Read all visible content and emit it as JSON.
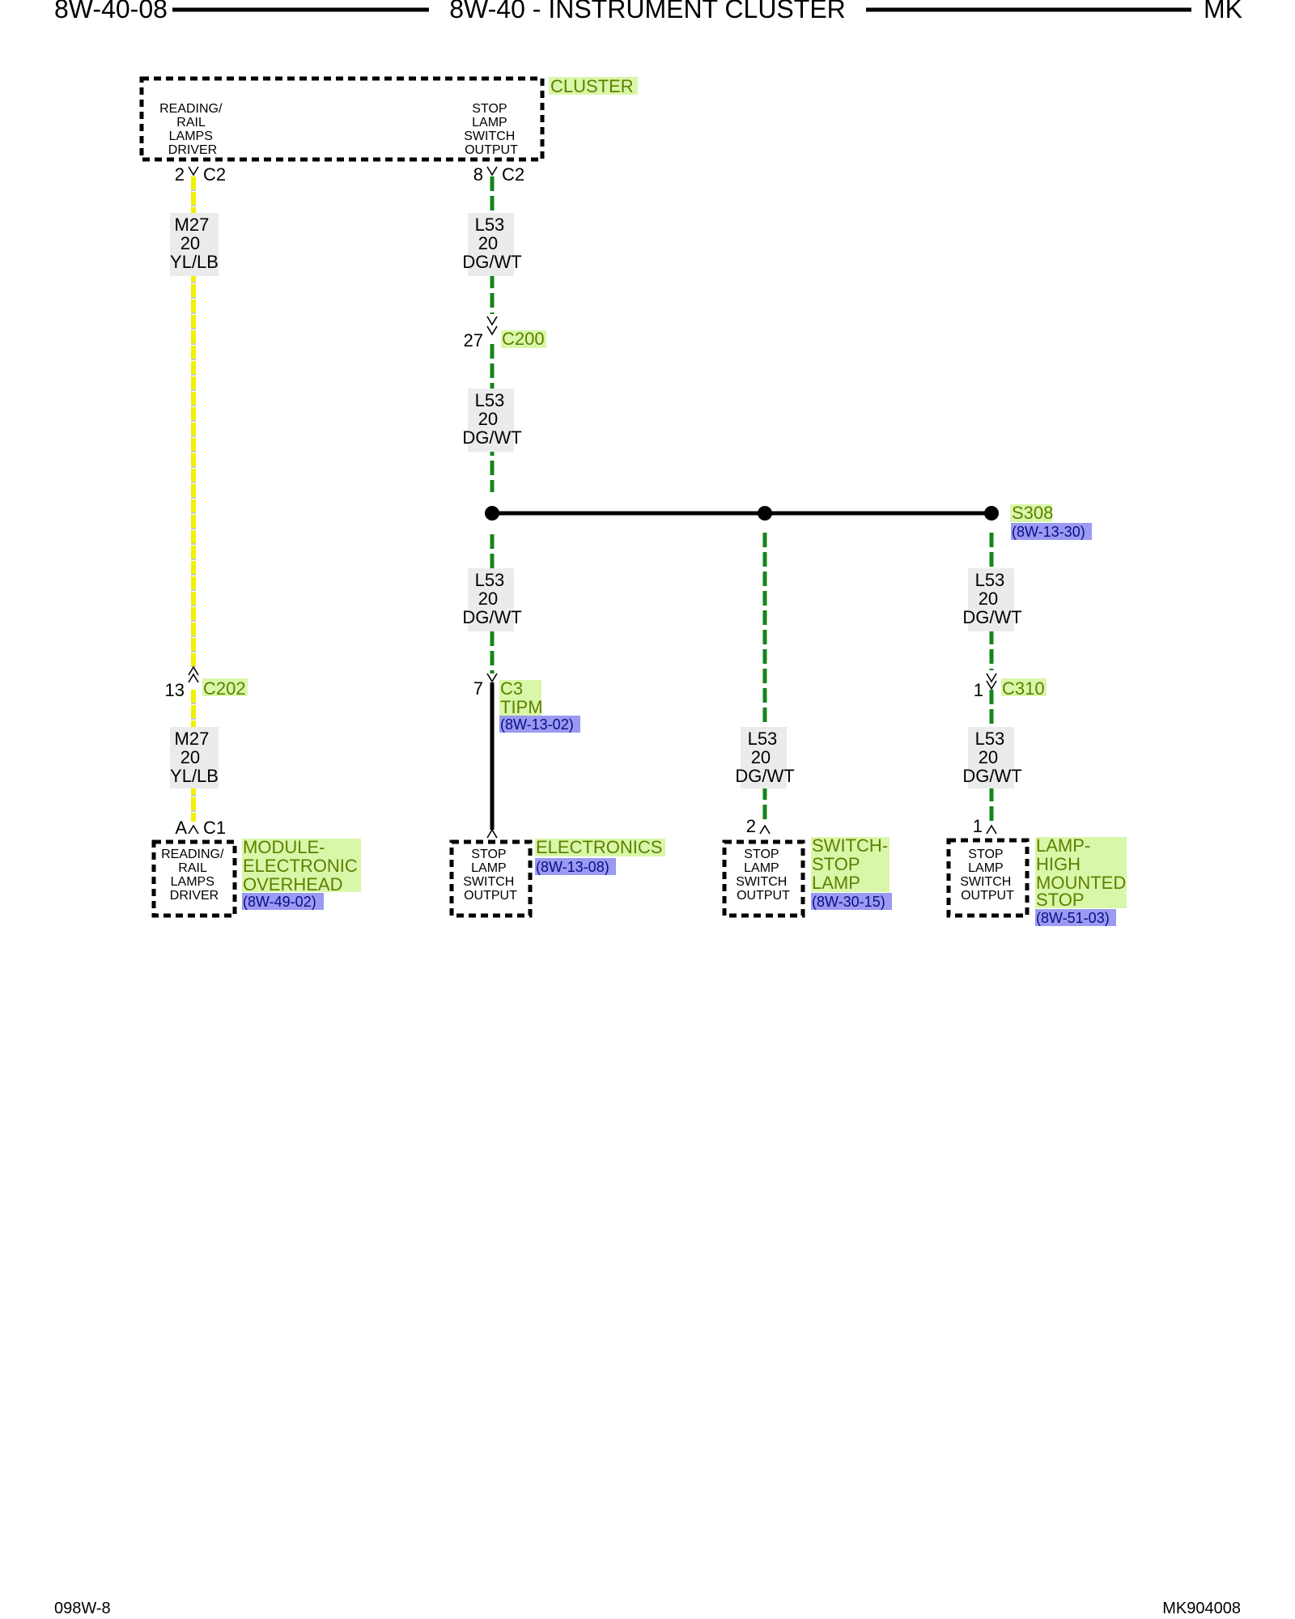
{
  "header": {
    "page_left": "8W-40-08",
    "title": "8W-40 - INSTRUMENT CLUSTER",
    "page_right": "MK"
  },
  "footer": {
    "left": "098W-8",
    "right": "MK904008"
  },
  "components": {
    "cluster": {
      "name": "CLUSTER",
      "pin_reading": [
        "READING/",
        "RAIL",
        "LAMPS",
        "DRIVER"
      ],
      "pin_stop": [
        "STOP",
        "LAMP",
        "SWITCH",
        "OUTPUT"
      ]
    },
    "overhead_module": {
      "name": [
        "MODULE-",
        "ELECTRONIC",
        "OVERHEAD"
      ],
      "ref": "(8W-49-02)",
      "pin": [
        "READING/",
        "RAIL",
        "LAMPS",
        "DRIVER"
      ]
    },
    "tipm": {
      "name": "ELECTRONICS",
      "ref": "(8W-13-08)",
      "pin": [
        "STOP",
        "LAMP",
        "SWITCH",
        "OUTPUT"
      ]
    },
    "stop_lamp_switch": {
      "name": [
        "SWITCH-",
        "STOP",
        "LAMP"
      ],
      "ref": "(8W-30-15)",
      "pin": [
        "STOP",
        "LAMP",
        "SWITCH",
        "OUTPUT"
      ]
    },
    "chmsl": {
      "name": [
        "LAMP-",
        "HIGH",
        "MOUNTED",
        "STOP"
      ],
      "ref": "(8W-51-03)",
      "pin": [
        "STOP",
        "LAMP",
        "SWITCH",
        "OUTPUT"
      ]
    }
  },
  "connectors": {
    "cluster_c2_pin2": {
      "pin": "2",
      "name": "C2"
    },
    "cluster_c2_pin8": {
      "pin": "8",
      "name": "C2"
    },
    "c200": {
      "pin": "27",
      "name": "C200"
    },
    "c202": {
      "pin": "13",
      "name": "C202"
    },
    "c3": {
      "pin": "7",
      "name": "C3",
      "sub": "TIPM",
      "ref": "(8W-13-02)"
    },
    "overhead_c1": {
      "pin": "A",
      "name": "C1"
    },
    "c310": {
      "pin": "1",
      "name": "C310"
    },
    "switch_pin": {
      "pin": "2"
    },
    "chmsl_pin": {
      "pin": "1"
    }
  },
  "splice": {
    "name": "S308",
    "ref": "(8W-13-30)"
  },
  "wires": {
    "m27": {
      "circuit": "M27",
      "gauge": "20",
      "color": "YL/LB"
    },
    "l53": {
      "circuit": "L53",
      "gauge": "20",
      "color": "DG/WT"
    }
  },
  "colors": {
    "dg_wt": "#14851b",
    "yl_lb": "#f2f200",
    "green_label_bg": "#d9f7a8",
    "blue_label_bg": "#9a9af0",
    "green_text": "#5f7f00"
  }
}
